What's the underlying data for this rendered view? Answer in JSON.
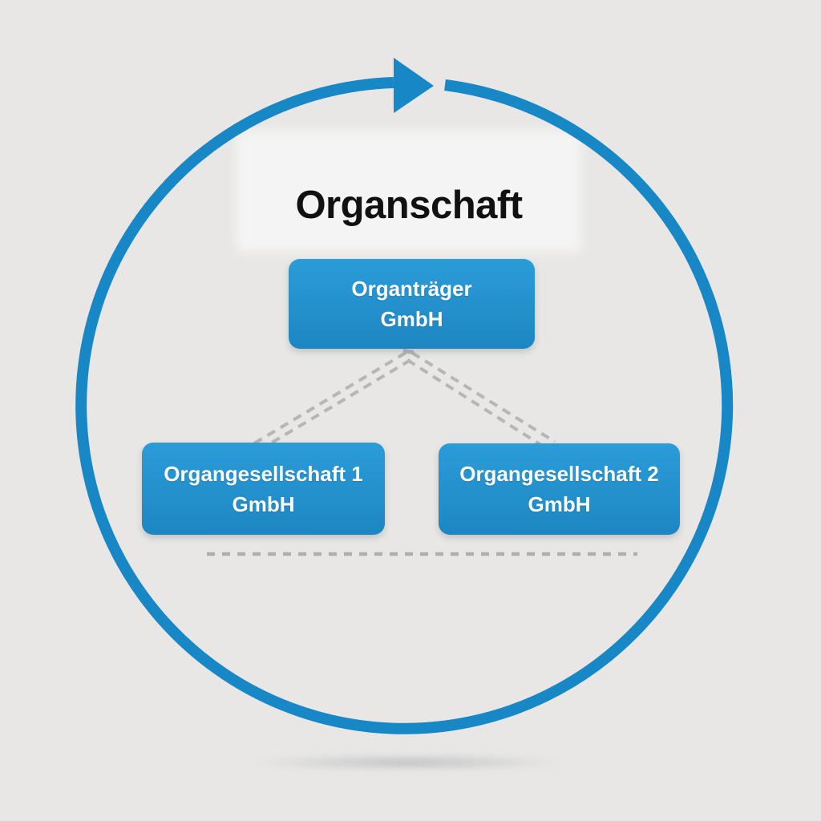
{
  "title": "Organschaft",
  "boxes": {
    "parent": {
      "line1": "Organträger",
      "line2": "GmbH"
    },
    "children": [
      {
        "line1": "Organgesellschaft 1",
        "line2": "GmbH"
      },
      {
        "line1": "Organgesellschaft 2",
        "line2": "GmbH"
      }
    ]
  },
  "icons": {
    "cycle_arrow": "clockwise-circular-arrow"
  },
  "colors": {
    "circle-blue": "#1787c6",
    "box-blue-top": "#2b9cd8",
    "box-blue-bottom": "#1d86c2",
    "box-text-color": "#ffffff",
    "title-color": "#111111",
    "connector-gray": "#b6b6b6",
    "baseline-gray": "#aeaeae"
  }
}
